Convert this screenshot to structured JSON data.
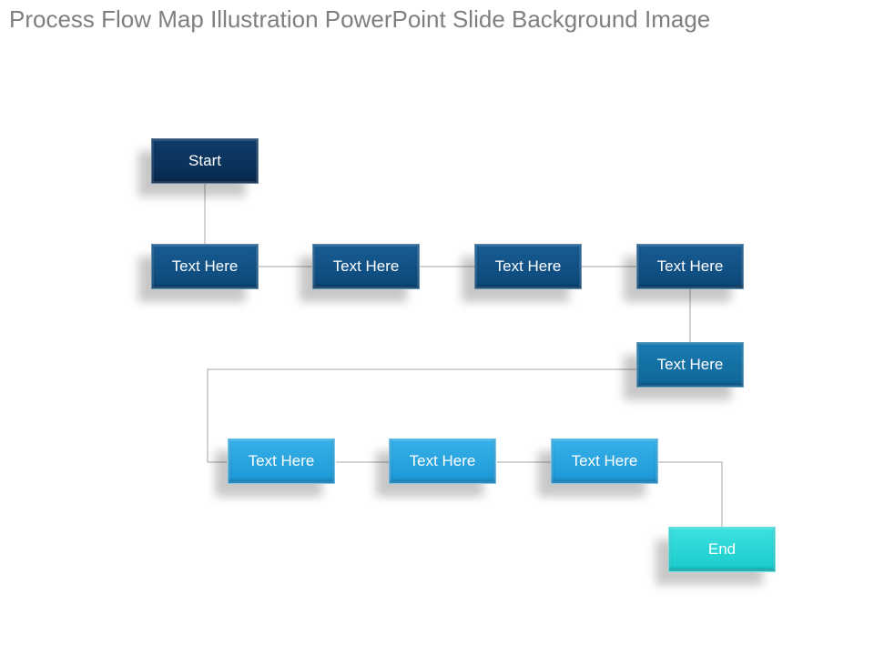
{
  "title": "Process Flow Map Illustration PowerPoint Slide Background Image",
  "flow": {
    "start": "Start",
    "row1": [
      "Text Here",
      "Text Here",
      "Text Here",
      "Text Here"
    ],
    "middle": "Text Here",
    "row2": [
      "Text Here",
      "Text Here",
      "Text Here"
    ],
    "end": "End"
  },
  "colors": {
    "start": "#0a3360",
    "row1": "#134f85",
    "middle": "#136fa3",
    "row2": "#27a4df",
    "end": "#22d4d4",
    "connector": "#a6a6a6"
  }
}
